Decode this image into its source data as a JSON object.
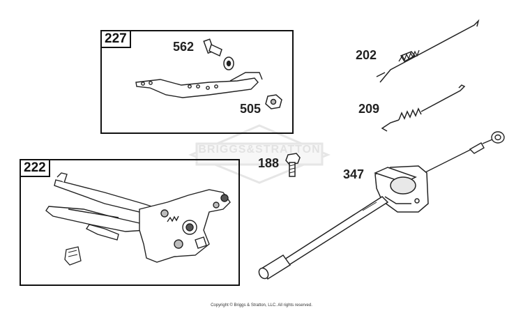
{
  "kits": [
    {
      "id": "kit-227",
      "label": "227"
    },
    {
      "id": "kit-222",
      "label": "222"
    }
  ],
  "parts": [
    {
      "id": "562",
      "label": "562"
    },
    {
      "id": "505",
      "label": "505"
    },
    {
      "id": "202",
      "label": "202"
    },
    {
      "id": "209",
      "label": "209"
    },
    {
      "id": "188",
      "label": "188"
    },
    {
      "id": "347",
      "label": "347"
    }
  ],
  "watermark": "BRIGGS&STRATTON",
  "copyright": "Copyright © Briggs & Stratton, LLC. All rights reserved.",
  "colors": {
    "line": "#222222",
    "fill": "#ffffff",
    "shade": "#bdbdbd",
    "dark": "#555555"
  }
}
